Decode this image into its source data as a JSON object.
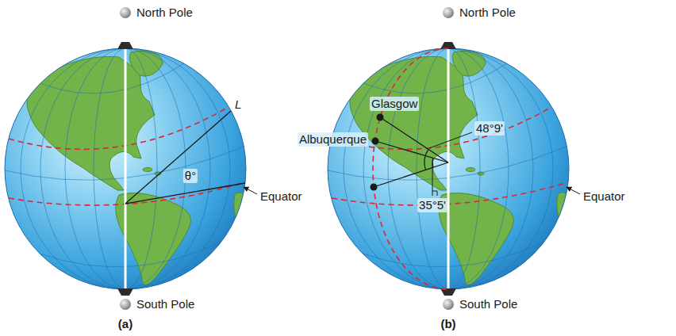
{
  "diagram": {
    "labels": [
      "North Pole",
      "L",
      "θ°",
      "Equator",
      "South Pole",
      "(a)",
      "North Pole",
      "Glasgow",
      "48°9'",
      "Albuquerque",
      "35°5'",
      "Equator",
      "South Pole",
      "(b)"
    ]
  }
}
